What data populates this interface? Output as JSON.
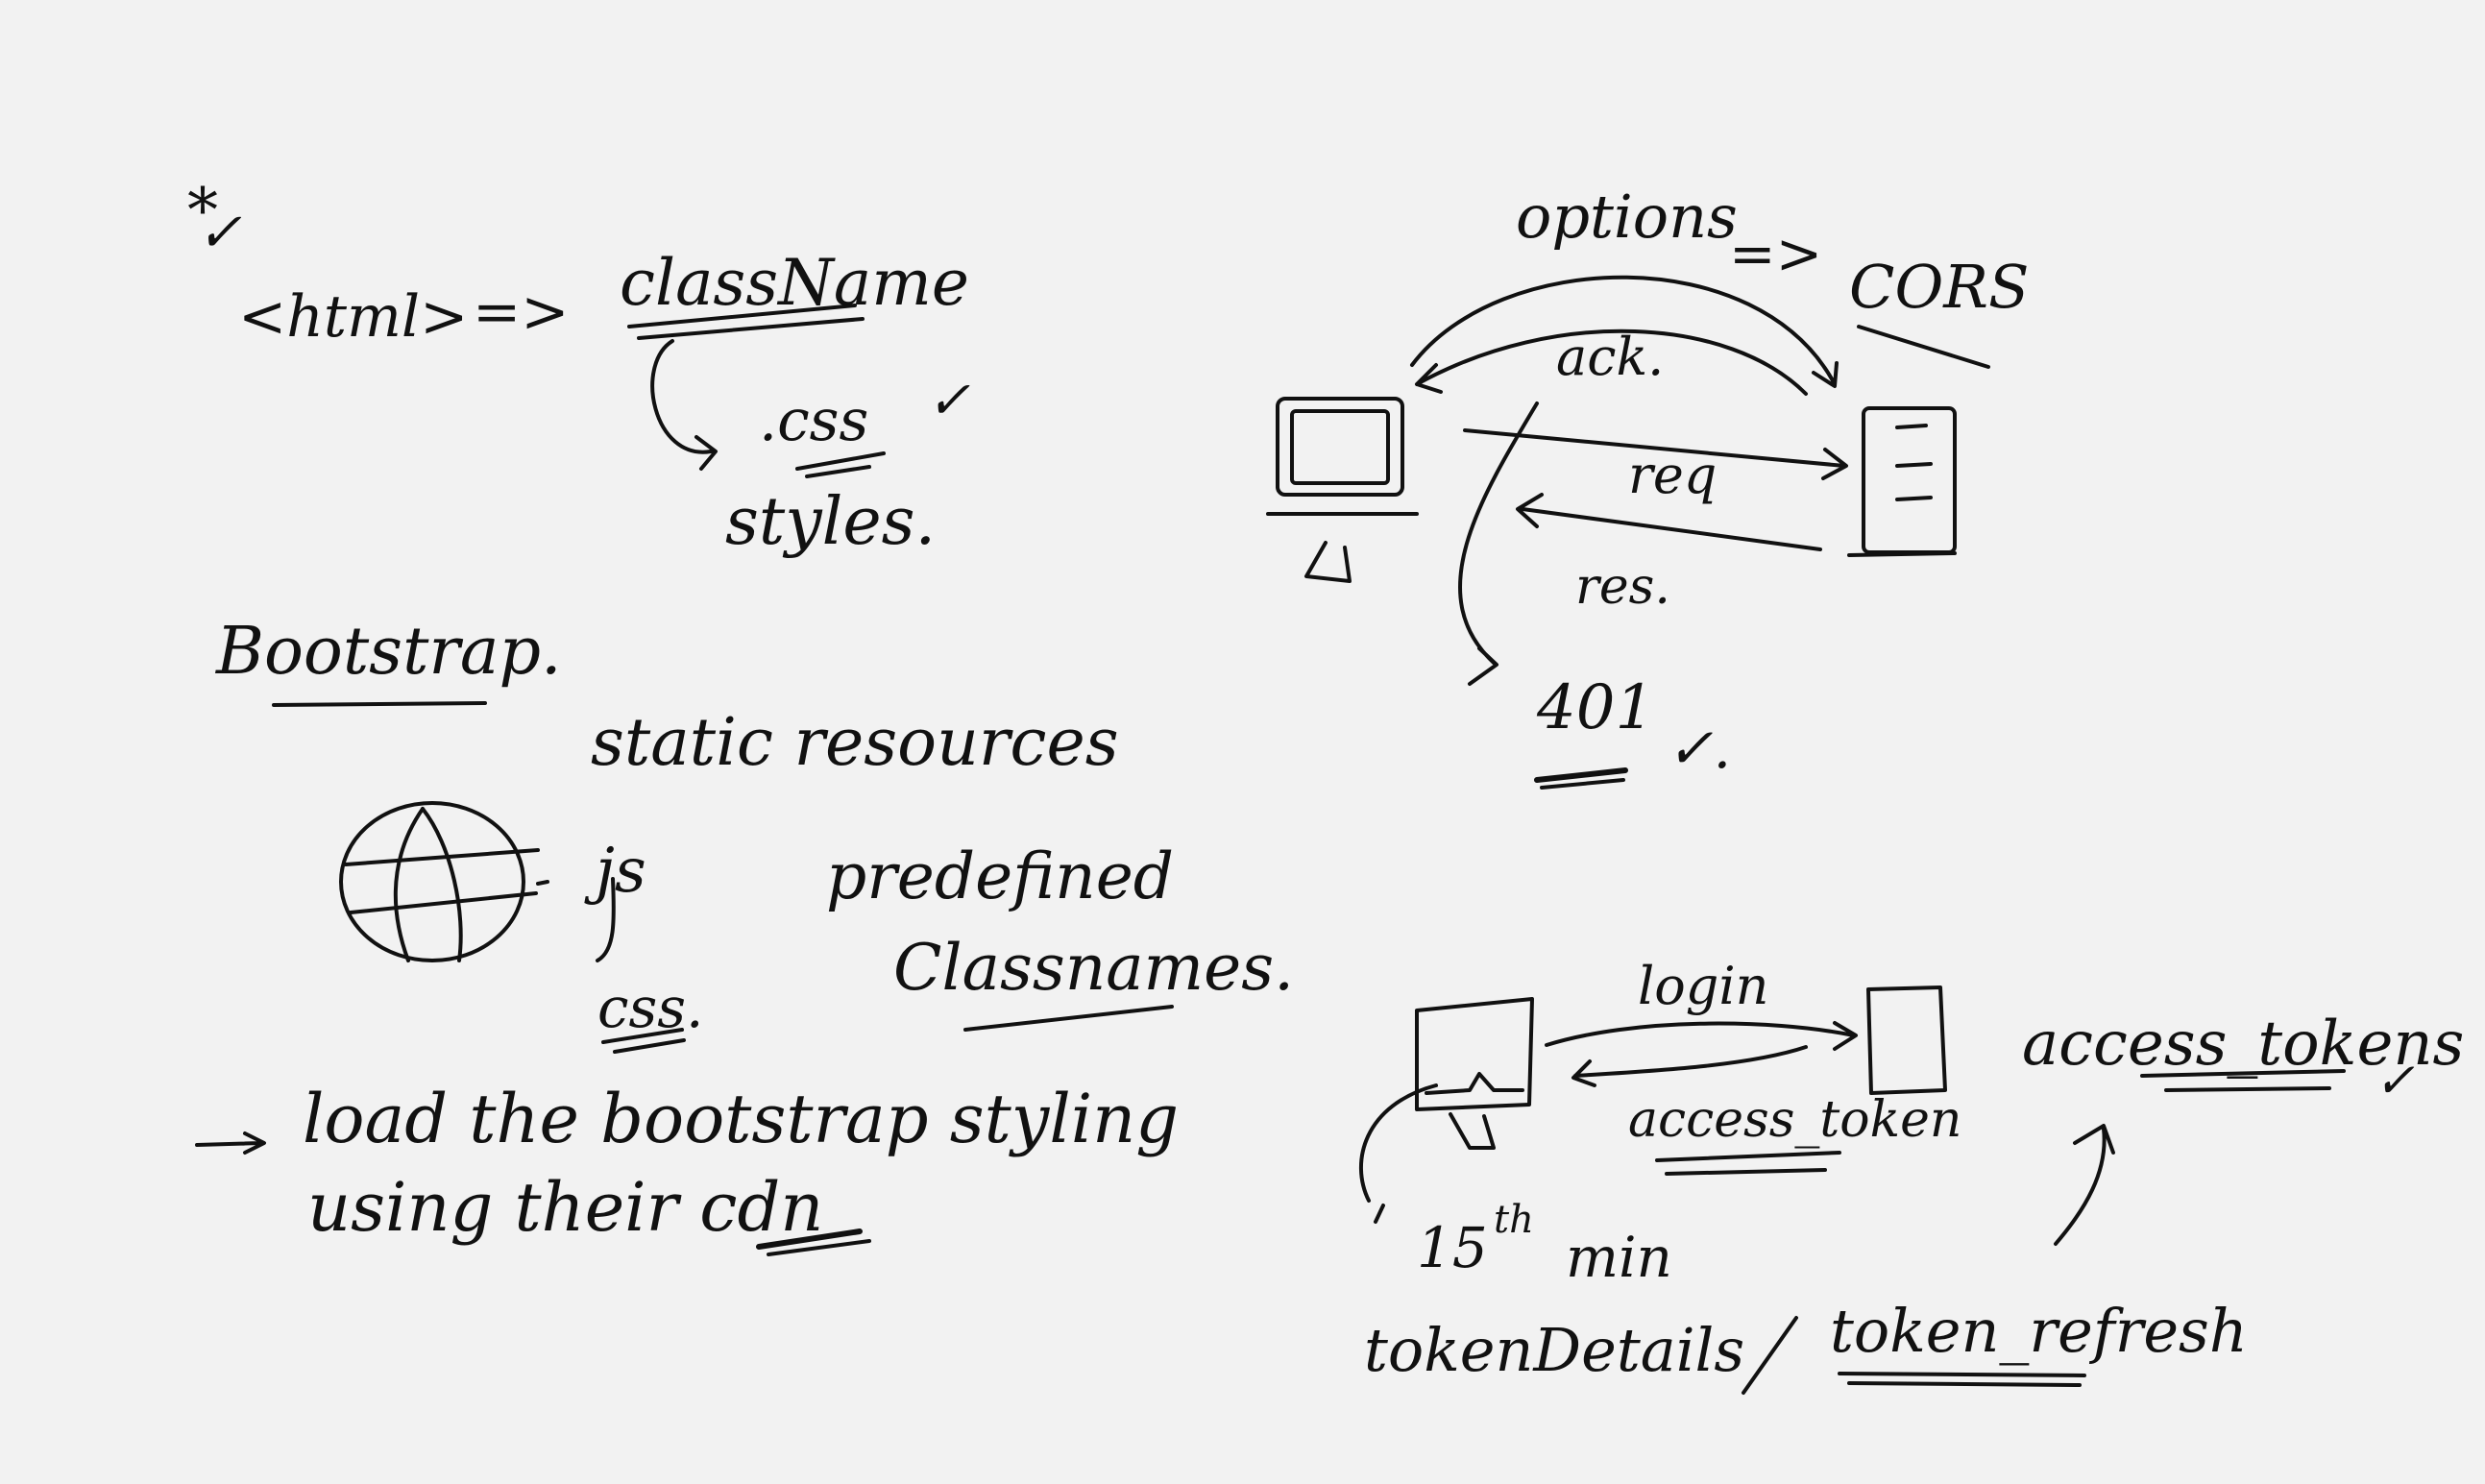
{
  "canvas": {
    "background": "#f2f2f2",
    "ink": "#111111"
  },
  "notes": {
    "star_check": "*",
    "html_tag": "<html>",
    "html_arrow": "=>",
    "classname": "className",
    "css_ext": ".css",
    "check": "✓",
    "styles": "styles.",
    "bootstrap": "Bootstrap.",
    "static_resources": "static resources",
    "js": "js",
    "predefined": "predefined",
    "css": "css.",
    "classnames": "Classnames.",
    "load_line1": "load the bootstrap  styling",
    "load_line2": "using  their cdn"
  },
  "cors_diagram": {
    "options": "options",
    "options_arrow": "=>",
    "cors": "CORS",
    "ack": "ack.",
    "req": "req",
    "res": "res.",
    "status": "401",
    "check": "✓."
  },
  "token_diagram": {
    "login": "login",
    "access_token_reply": "access_token",
    "access_tokens": "access_tokens",
    "check": "✓",
    "min15": "15",
    "min15_sup": "th",
    "min_word": "min",
    "token_details": "tokenDetails",
    "slash": "/",
    "token_refresh": "token_refresh"
  }
}
